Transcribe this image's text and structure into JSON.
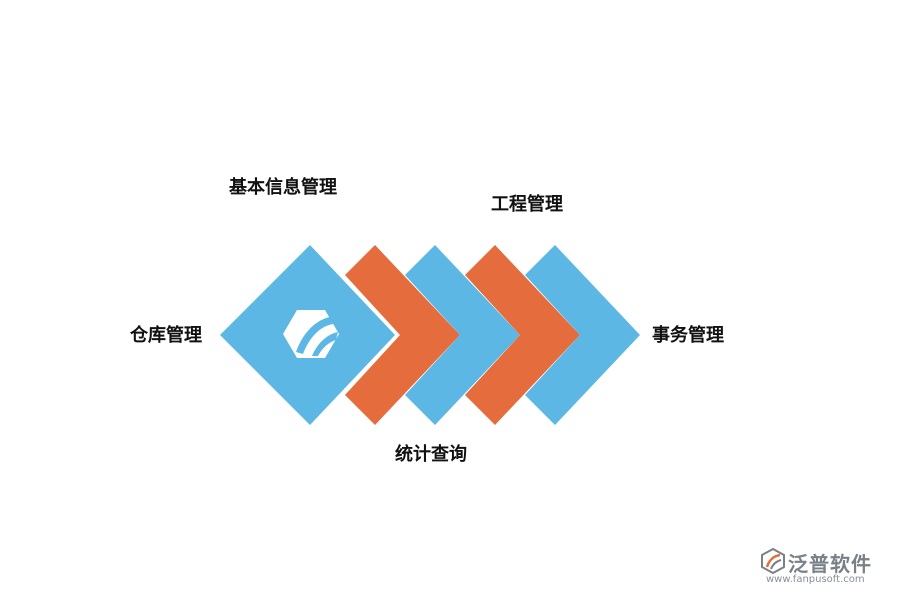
{
  "colors": {
    "blue": "#5cb7e4",
    "orange": "#e46c3d",
    "text": "#111111",
    "watermark": "#7a8088"
  },
  "labels": {
    "basic_info": "基本信息管理",
    "engineering": "工程管理",
    "warehouse": "仓库管理",
    "affairs": "事务管理",
    "statistics": "统计查询"
  },
  "center_icon": "company-logo-icon",
  "watermark": {
    "brand": "泛普软件",
    "url": "www.fanpusoft.com",
    "logo_icon": "fanpu-logo-icon"
  }
}
